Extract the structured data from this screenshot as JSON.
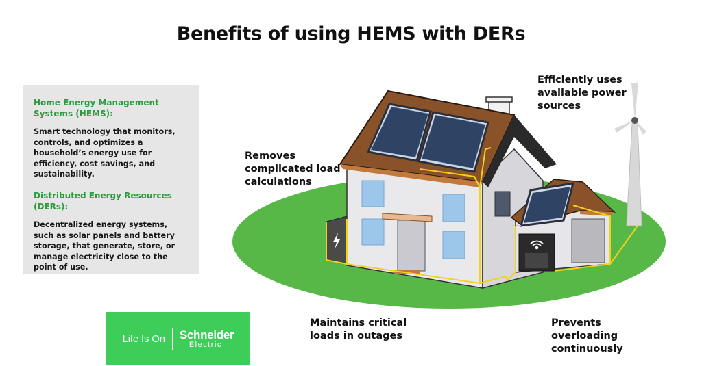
{
  "title": "Benefits of using HEMS with DERs",
  "info_box": {
    "hems_heading": "Home Energy Management Systems (HEMS):",
    "hems_text": "Smart technology that monitors, controls, and optimizes a household’s energy use for efficiency, cost savings, and sustainability.",
    "der_heading": "Distributed Energy Resources (DERs):",
    "der_text": "Decentralized energy systems, such as solar panels and battery storage, that generate, store, or manage electricity close to the point of use."
  },
  "callouts": {
    "load_calc": "Removes complicated load calculations",
    "power_sources": "Efficiently uses available power sources",
    "critical_loads": "Maintains critical loads in outages",
    "overloading": "Prevents overloading continuously"
  },
  "logo": {
    "tagline": "Life Is On",
    "brand": "Schneider",
    "brand_sub": "Electric"
  },
  "colors": {
    "accent_green": "#2e9a3f",
    "logo_green": "#3dcd58",
    "lawn_green": "#57b848",
    "wiring_yellow": "#f2d21b",
    "roof_brown": "#8a5229"
  },
  "icons": {
    "lightning": "lightning-icon",
    "wifi": "wifi-icon"
  }
}
